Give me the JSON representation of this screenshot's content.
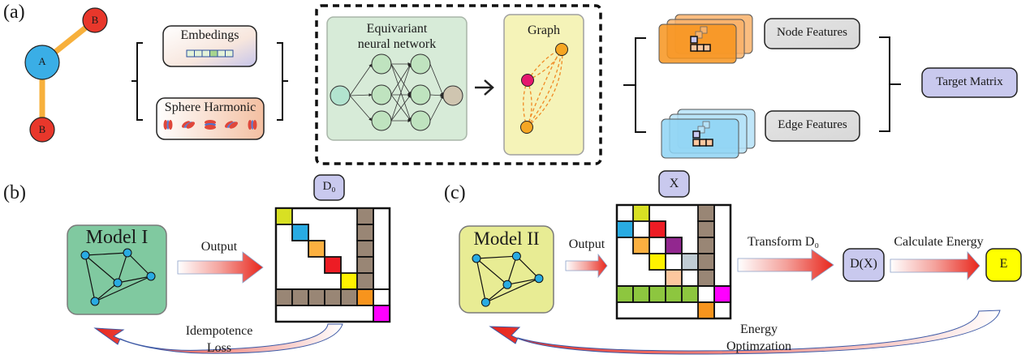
{
  "panels": {
    "a": {
      "label": "(a)"
    },
    "b": {
      "label": "(b)"
    },
    "c": {
      "label": "(c)"
    }
  },
  "molecule": {
    "nodes": [
      {
        "id": "A",
        "label": "A",
        "color": "#3aaee6"
      },
      {
        "id": "B1",
        "label": "B",
        "color": "#e8372b"
      },
      {
        "id": "B2",
        "label": "B",
        "color": "#e8372b"
      }
    ],
    "bond_color": "#f7b03c"
  },
  "inputs": {
    "embeddings": {
      "label": "Embedings",
      "cells": 6,
      "highlight_index": 3
    },
    "sphere_harmonic": {
      "label": "Sphere Harmonic",
      "icons": [
        "harmonic-lobe-icon",
        "harmonic-diagonal-icon",
        "harmonic-torus-icon",
        "harmonic-diagonal-icon",
        "harmonic-lobe-icon"
      ]
    }
  },
  "network": {
    "title_line1": "Equivariant",
    "title_line2": "neural network",
    "layers": [
      1,
      3,
      3,
      1
    ],
    "bg_color": "#d7ebd8"
  },
  "graph": {
    "title": "Graph",
    "bg_color": "#f5f3b8",
    "nodes": [
      {
        "color": "#f6a623"
      },
      {
        "color": "#e5176e"
      },
      {
        "color": "#f6a623"
      }
    ]
  },
  "features": {
    "node": {
      "label": "Node Features",
      "stack_color": "#f7941d"
    },
    "edge": {
      "label": "Edge Features",
      "stack_color": "#8ed3f5"
    }
  },
  "target_matrix": {
    "label": "Target Matrix",
    "color": "#c9c9ee"
  },
  "panel_b": {
    "model": {
      "title": "Model I",
      "color": "#80c9a0"
    },
    "output_label": "Output",
    "matrix_label": "D₀",
    "loss_label_line1": "Idempotence",
    "loss_label_line2": "Loss",
    "matrix": {
      "size": 7,
      "cells": [
        [
          0,
          0,
          "#d8e023"
        ],
        [
          1,
          1,
          "#29abe2"
        ],
        [
          2,
          2,
          "#fbb040"
        ],
        [
          3,
          3,
          "#ed1c24"
        ],
        [
          4,
          4,
          "#fff200"
        ],
        [
          0,
          5,
          "#998675"
        ],
        [
          1,
          5,
          "#998675"
        ],
        [
          2,
          5,
          "#998675"
        ],
        [
          3,
          5,
          "#998675"
        ],
        [
          4,
          5,
          "#998675"
        ],
        [
          5,
          0,
          "#998675"
        ],
        [
          5,
          1,
          "#998675"
        ],
        [
          5,
          2,
          "#998675"
        ],
        [
          5,
          3,
          "#998675"
        ],
        [
          5,
          4,
          "#998675"
        ],
        [
          5,
          5,
          "#f7941d"
        ],
        [
          6,
          6,
          "#ff00ff"
        ]
      ]
    }
  },
  "panel_c": {
    "model": {
      "title": "Model II",
      "color": "#e8ec94"
    },
    "output_label": "Output",
    "matrix_label": "X",
    "transform_label": "Transform D₀",
    "dx_label": "D(X)",
    "energy_calc_label": "Calculate Energy",
    "energy_label": "E",
    "energy_color": "#ffff00",
    "opt_label_line1": "Energy",
    "opt_label_line2": "Optimzation",
    "matrix": {
      "size": 7,
      "cells": [
        [
          0,
          1,
          "#d8e023"
        ],
        [
          1,
          0,
          "#29abe2"
        ],
        [
          1,
          2,
          "#ed1c24"
        ],
        [
          2,
          1,
          "#fbb040"
        ],
        [
          2,
          3,
          "#92278f"
        ],
        [
          3,
          2,
          "#fff200"
        ],
        [
          3,
          4,
          "#c0ccd4"
        ],
        [
          4,
          3,
          "#fdc79f"
        ],
        [
          0,
          5,
          "#998675"
        ],
        [
          1,
          5,
          "#998675"
        ],
        [
          2,
          5,
          "#998675"
        ],
        [
          3,
          5,
          "#998675"
        ],
        [
          4,
          5,
          "#998675"
        ],
        [
          5,
          0,
          "#8dc63f"
        ],
        [
          5,
          1,
          "#8dc63f"
        ],
        [
          5,
          2,
          "#8dc63f"
        ],
        [
          5,
          3,
          "#8dc63f"
        ],
        [
          5,
          4,
          "#8dc63f"
        ],
        [
          5,
          6,
          "#ff00ff"
        ],
        [
          6,
          5,
          "#f7941d"
        ]
      ]
    }
  }
}
